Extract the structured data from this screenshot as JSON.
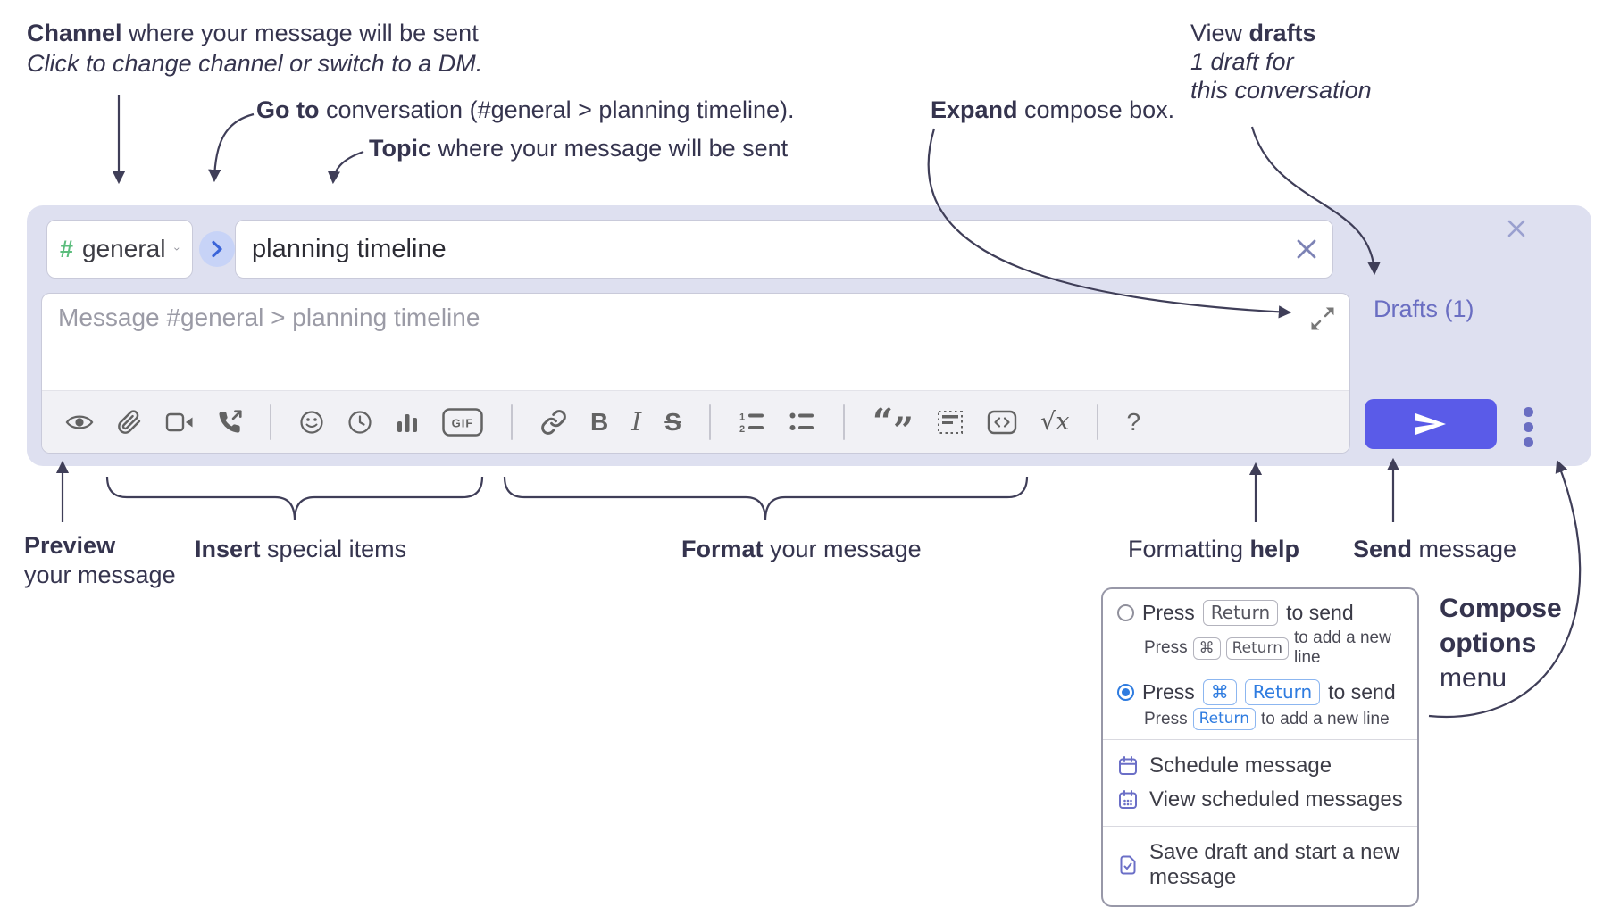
{
  "annotations": {
    "channel": {
      "bold": "Channel",
      "rest": " where your message will be sent",
      "sub": "Click to change channel or switch to a DM."
    },
    "goto": {
      "bold": "Go to",
      "rest": " conversation (#general > planning timeline)."
    },
    "topic": {
      "bold": "Topic",
      "rest": " where your message will be sent"
    },
    "expand": {
      "bold": "Expand",
      "rest": " compose box."
    },
    "view_drafts": {
      "pre": "View ",
      "bold": "drafts",
      "line2": "1 draft for",
      "line3": "this conversation"
    },
    "preview": {
      "bold": "Preview",
      "line2": "your message"
    },
    "insert": {
      "bold": "Insert",
      "rest": " special items"
    },
    "format": {
      "bold": "Format",
      "rest": " your message"
    },
    "formatting_help": {
      "pre": "Formatting ",
      "bold": "help"
    },
    "send": {
      "bold": "Send",
      "rest": " message"
    },
    "compose_options": {
      "line1": "Compose",
      "line2": "options",
      "line3": "menu"
    }
  },
  "compose_box": {
    "channel_selector": {
      "hash": "#",
      "name": "general"
    },
    "topic_input": {
      "value": "planning timeline"
    },
    "message_input": {
      "placeholder": "Message #general > planning timeline"
    },
    "drafts_link": "Drafts (1)",
    "toolbar": {
      "gif": "GIF",
      "bold": "B",
      "italic": "I",
      "strike": "S",
      "num1": "1",
      "num2": "2",
      "quote_open": "“",
      "quote_close": "”",
      "math_root": "√",
      "math_x": "x",
      "help": "?",
      "icons": [
        "preview-eye",
        "attach-paperclip",
        "start-video-call",
        "start-voice-call",
        "emoji",
        "schedule-clock",
        "poll-chart",
        "gif",
        "link",
        "bold",
        "italic",
        "strikethrough",
        "numbered-list",
        "bulleted-list",
        "quote",
        "spoiler",
        "code",
        "math",
        "message-formatting-help"
      ]
    }
  },
  "options_menu": {
    "option_enter_send": {
      "press": "Press",
      "key": "Return",
      "suffix": "to send",
      "sub": {
        "press": "Press",
        "key1": "⌘",
        "key2": "Return",
        "suffix": "to add a new line"
      }
    },
    "option_cmd_send": {
      "press": "Press",
      "key1": "⌘",
      "key2": "Return",
      "suffix": "to send",
      "sub": {
        "press": "Press",
        "key": "Return",
        "suffix": "to add a new line"
      }
    },
    "items": [
      {
        "label": "Schedule message"
      },
      {
        "label": "View scheduled messages"
      },
      {
        "label": "Save draft and start a new message"
      }
    ]
  },
  "colors": {
    "compose_background": "#dee0f0",
    "send_button": "#5a5be8",
    "purple_accent": "#6a6ec2",
    "channel_green": "#5cbd7d",
    "radio_selected": "#2f7ce0",
    "annotation_text": "#35344e",
    "toolbar_icon": "#636363"
  }
}
